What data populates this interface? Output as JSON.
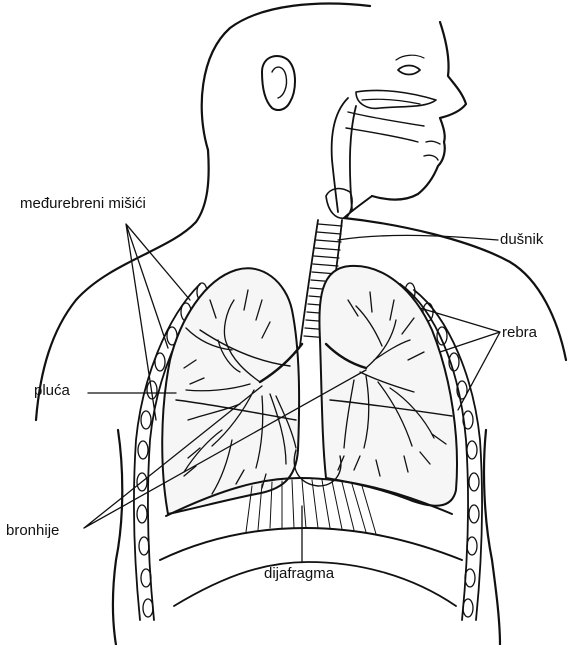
{
  "labels": {
    "intercostal_muscles": "međurebreni mišići",
    "trachea": "dušnik",
    "ribs": "rebra",
    "lungs": "pluća",
    "bronchi": "bronhije",
    "diaphragm": "dijafragma"
  },
  "colors": {
    "ink": "#111111",
    "background": "#ffffff",
    "lung_fill": "#f6f6f6"
  }
}
